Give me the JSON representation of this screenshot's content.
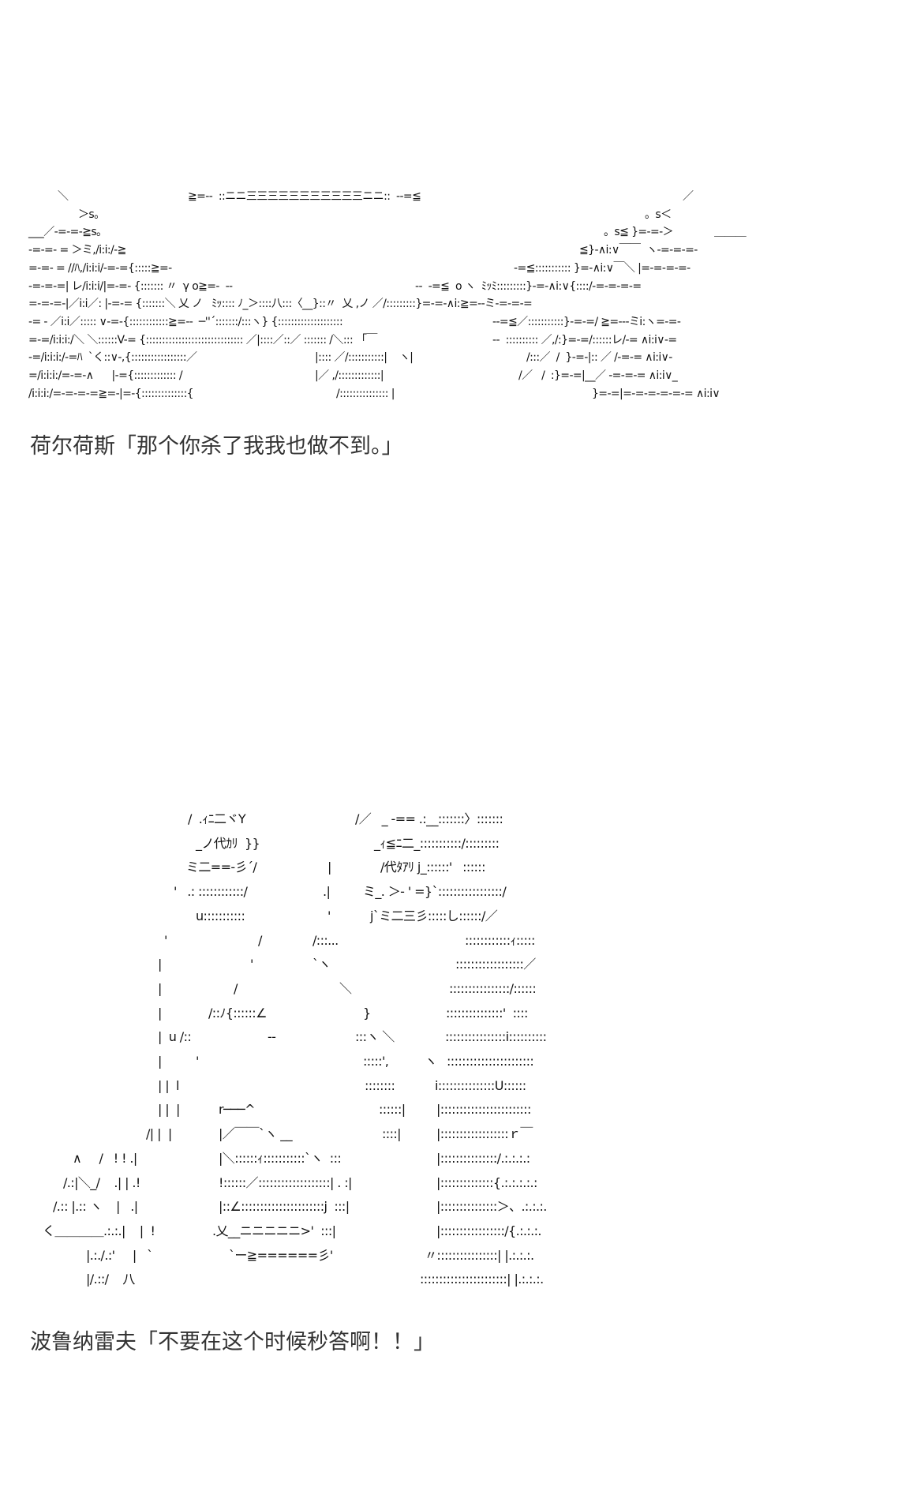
{
  "art_block_1": {
    "lines": [
      [
        "＼",
        "≧=--  ::ニニ三三三三三三三三三三三ニニ::  --=≦",
        "／"
      ],
      [
        "＞s。",
        "。s＜"
      ],
      [
        "___／-=-=-≧s。",
        "。s≦ }=-=-＞",
        "＿＿＿"
      ],
      [
        "-=-=- = ＞ミ,/i:i:/-≧",
        "≦}-∧i:∨￣￣  ヽ-=-=-=-"
      ],
      [
        "=-=- = //ﾊ,/i:i:i/-=-={:::::≧=-",
        "-=≦::::::::::: }=-∧i:∨￣＼ |=-=-=-=-"
      ],
      [
        "-=-=-=| レ/i:i:i/|=-=- {::::::: 〃  γ o≧=-  --",
        "--  -=≦  o ヽ  ﾐｯﾐ:::::::::}-=-∧i:∨{::::/-=-=-=-="
      ],
      [
        "=-=-=-|／i:i／: |-=-= {:::::::＼ 乂 ノ   ﾐｯ:::: ﾉ_＞::::八:::〈__}::〃  乂 ,ノ ／/:::::::::}=-=-∧i:≧=--ミ-=-=-="
      ],
      [
        "-= - ／i:i／::::: ∨-=-{::::::::::::≧=--  ─''´:::::::/:::ヽ} {::::::::::::::::::::",
        "--=≦／:::::::::::}-=-=/ ≧=---ミi:ヽ=-=-"
      ],
      [
        "=-=/i:i:i:/＼ ＼::::::V-= {:::::::::::::::::::::::::::::: ／|::::／::／ ::::::: /＼::: 「￣",
        "--  :::::::::: ／,/:}=-=/::::::レ/-= ∧i:i∨-="
      ],
      [
        "-=/i:i:i:/-=ﾊ  `く::∨-,{:::::::::::::::::／",
        "|:::: ／/:::::::::::|    ヽ|",
        "/:::／  /  }-=-|:: ／ /-=-= ∧i:i∨-"
      ],
      [
        "=/i:i:i:/=-=-∧      |-={::::::::::::: /",
        "|／ ,/:::::::::::::|",
        "/／   /  :}=-=|__／ -=-=-= ∧i:i∨_"
      ],
      [
        "/i:i:i:/=-=-=-=≧=-|=-{::::::::::::::{",
        "/::::::::::::::: |",
        "}=-=|=-=-=-=-=-= ∧i:i∨"
      ]
    ]
  },
  "caption_1": "荷尔荷斯「那个你杀了我我也做不到。」",
  "art_block_2": {
    "lines": [
      [
        "/  .ｨﾆ二ヾY",
        "/／   _ -== .:__:::::::〉:::::::"
      ],
      [
        "_ノ代ｶﾘ  }}",
        "_ｨ≦ﾆ二_:::::::::::/:::::::::"
      ],
      [
        "ミ二==-彡´/",
        "|",
        "/代ﾀｱﾘ j_::::::'   ::::::"
      ],
      [
        "'   .: ::::::::::::/",
        ".|",
        "ミ_. ＞- ' =}`:::::::::::::::::/"
      ],
      [
        "u:::::::::::",
        "'",
        "j`ミ二三彡:::::し::::::/／"
      ],
      [
        "'",
        "/",
        "/:::...",
        "::::::::::::ｨ:::::"
      ],
      [
        "|",
        "'",
        "`ヽ",
        "::::::::::::::::::／"
      ],
      [
        "|",
        "/",
        "＼",
        "::::::::::::::::/::::::"
      ],
      [
        "|",
        "/::ﾉ{::::::∠",
        "}",
        ":::::::::::::::'  ::::"
      ],
      [
        "|  u /::",
        "--",
        ":::ヽ ＼",
        "::::::::::::::::i::::::::::"
      ],
      [
        "|",
        "'",
        ":::::',",
        "ヽ",
        ":::::::::::::::::::::::"
      ],
      [
        "| |  l",
        "::::::::",
        "i:::::::::::::::U::::::"
      ],
      [
        "| |  |",
        "r───^",
        "::::::|",
        "|::::::::::::::::::::::::"
      ],
      [
        "/| |  |",
        "|／￣￣`ヽ __",
        "::::|",
        "|::::::::::::::::::ｒ￣"
      ],
      [
        "∧     /   ! ! .|",
        "|＼::::::ｨ:::::::::::`ヽ  :::",
        "|:::::::::::::::/.:.:.:.:"
      ],
      [
        "/.:|＼_/    .| | .!",
        "!::::::／:::::::::::::::::::| . :|",
        "|::::::::::::::{.:.:.:.:.:"
      ],
      [
        "/.:: |.:: ヽ    |   .|",
        "|::∠::::::::::::::::::::::j  :::|",
        "|:::::::::::::::＞、.:.:.:."
      ],
      [
        "く＿＿＿＿.:.:.|    |  !",
        ".乂__ニニニニニ>'  :::|",
        "|:::::::::::::::::/{.:.:.:."
      ],
      [
        "|.:./.:'     |   `",
        "`ー≧======彡'",
        "〃::::::::::::::::| |.:.:.:."
      ],
      [
        "|/.::/    八",
        ":::::::::::::::::::::::| |.:.:.:."
      ]
    ]
  },
  "caption_2": "波鲁纳雷夫「不要在这个时候秒答啊！！」"
}
